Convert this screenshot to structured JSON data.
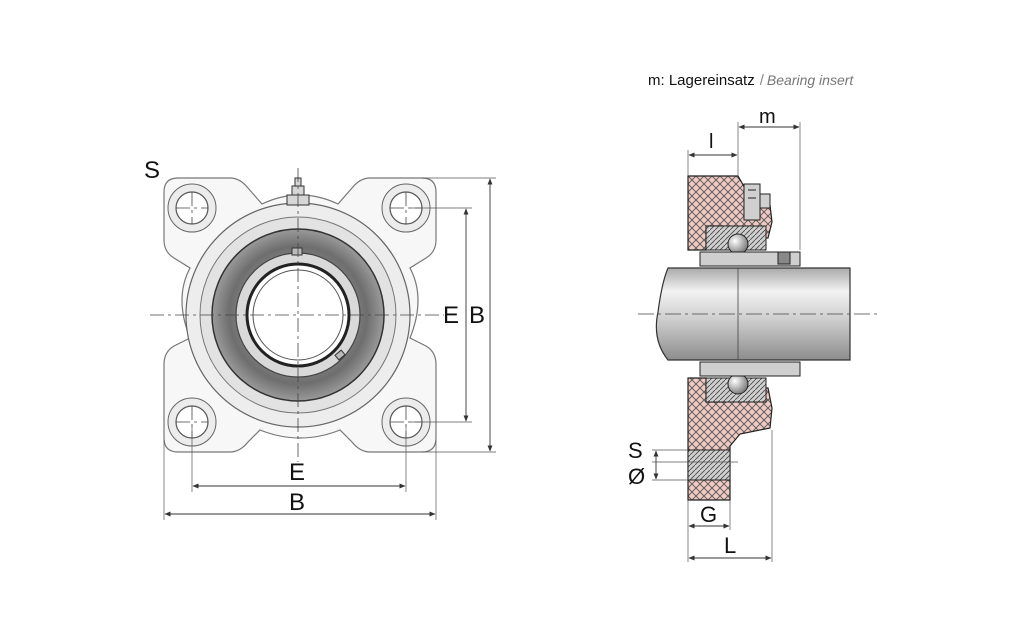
{
  "caption": {
    "term": "m: Lagereinsatz",
    "separator": "/",
    "translation": "Bearing insert"
  },
  "front_view": {
    "labels": {
      "screw": "S",
      "inner_width_horizontal": "E",
      "outer_width_horizontal": "B",
      "inner_width_vertical": "E",
      "outer_width_vertical": "B"
    }
  },
  "side_view": {
    "labels": {
      "l": "l",
      "m": "m",
      "screw": "S",
      "diameter": "Ø",
      "g": "G",
      "length": "L"
    }
  }
}
